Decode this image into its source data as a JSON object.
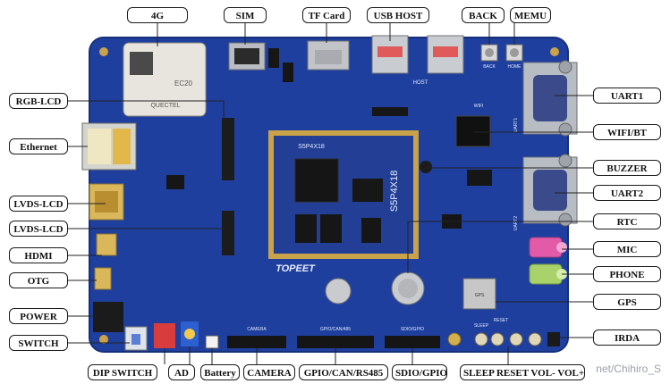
{
  "colors": {
    "pcb": "#1f3f9e",
    "pcb_edge": "#16307c",
    "core_board": "#223f95",
    "gold": "#c9a24a",
    "label_border": "#1a1a1a",
    "leader": "#222222"
  },
  "labels": {
    "top": [
      "4G",
      "SIM",
      "TF Card",
      "USB HOST",
      "BACK",
      "MEMU"
    ],
    "left": [
      "RGB-LCD",
      "Ethernet",
      "LVDS-LCD",
      "LVDS-LCD",
      "HDMI",
      "OTG",
      "POWER",
      "SWITCH"
    ],
    "right": [
      "UART1",
      "WIFI/BT",
      "BUZZER",
      "UART2",
      "RTC",
      "MIC",
      "PHONE",
      "GPS",
      "IRDA"
    ],
    "bottom": [
      "DIP SWITCH",
      "AD",
      "Battery",
      "CAMERA",
      "GPIO/CAN/RS485",
      "SDIO/GPIO",
      "SLEEP RESET VOL- VOL+"
    ]
  },
  "board_text": {
    "core_model": "S5P4X18",
    "core_model_vertical": "S5P4X18",
    "brand": "TOPEET",
    "module_brand": "QUECTEL",
    "module_model": "EC20",
    "camera_silk": "CAMERA",
    "gpio_silk": "GPIO/CAN/485",
    "sdio_silk": "SDIO/GPIO",
    "sleep_silk": "SLEEP",
    "reset_silk": "RESET",
    "host_silk": "HOST",
    "back_silk": "BACK",
    "home_silk": "HOME",
    "uart1_silk": "UART1",
    "uart2_silk": "UART2",
    "wifi_silk": "WIFI",
    "gps_silk": "GPS"
  },
  "watermark": "net/Chihiro_S"
}
